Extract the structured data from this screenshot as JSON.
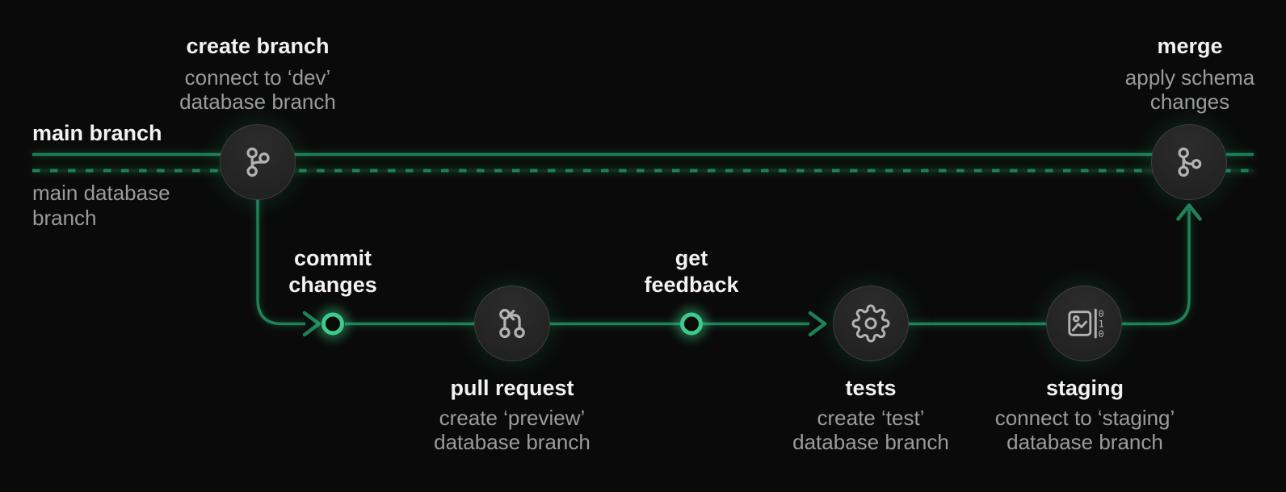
{
  "colors": {
    "background": "#0a0a0a",
    "line_green": "#1f8159",
    "ring_green": "#3bcb8c",
    "node_fill": "#262626",
    "node_border": "#3e3e3e",
    "icon_gray": "#b3b3b3",
    "title_white": "#f2f2f2",
    "subtitle_gray": "#9b9b9b"
  },
  "lanes": {
    "main_branch_label": "main branch",
    "main_db_label_line1": "main database",
    "main_db_label_line2": "branch"
  },
  "steps": {
    "create_branch": {
      "title": "create branch",
      "sub1": "connect to ‘dev’",
      "sub2": "database branch",
      "icon": "git-branch-icon"
    },
    "commit_changes": {
      "line1": "commit",
      "line2": "changes",
      "icon": "ring-node"
    },
    "pull_request": {
      "title": "pull request",
      "sub1": "create ‘preview’",
      "sub2": "database branch",
      "icon": "git-pull-request-icon"
    },
    "get_feedback": {
      "line1": "get",
      "line2": "feedback",
      "icon": "ring-node"
    },
    "tests": {
      "title": "tests",
      "sub1": "create ‘test’",
      "sub2": "database branch",
      "icon": "gear-icon"
    },
    "staging": {
      "title": "staging",
      "sub1": "connect to ‘staging’",
      "sub2": "database branch",
      "icon": "staging-data-icon",
      "digits": [
        "0",
        "1",
        "0"
      ]
    },
    "merge": {
      "title": "merge",
      "sub1": "apply schema",
      "sub2": "changes",
      "icon": "git-merge-icon"
    }
  }
}
